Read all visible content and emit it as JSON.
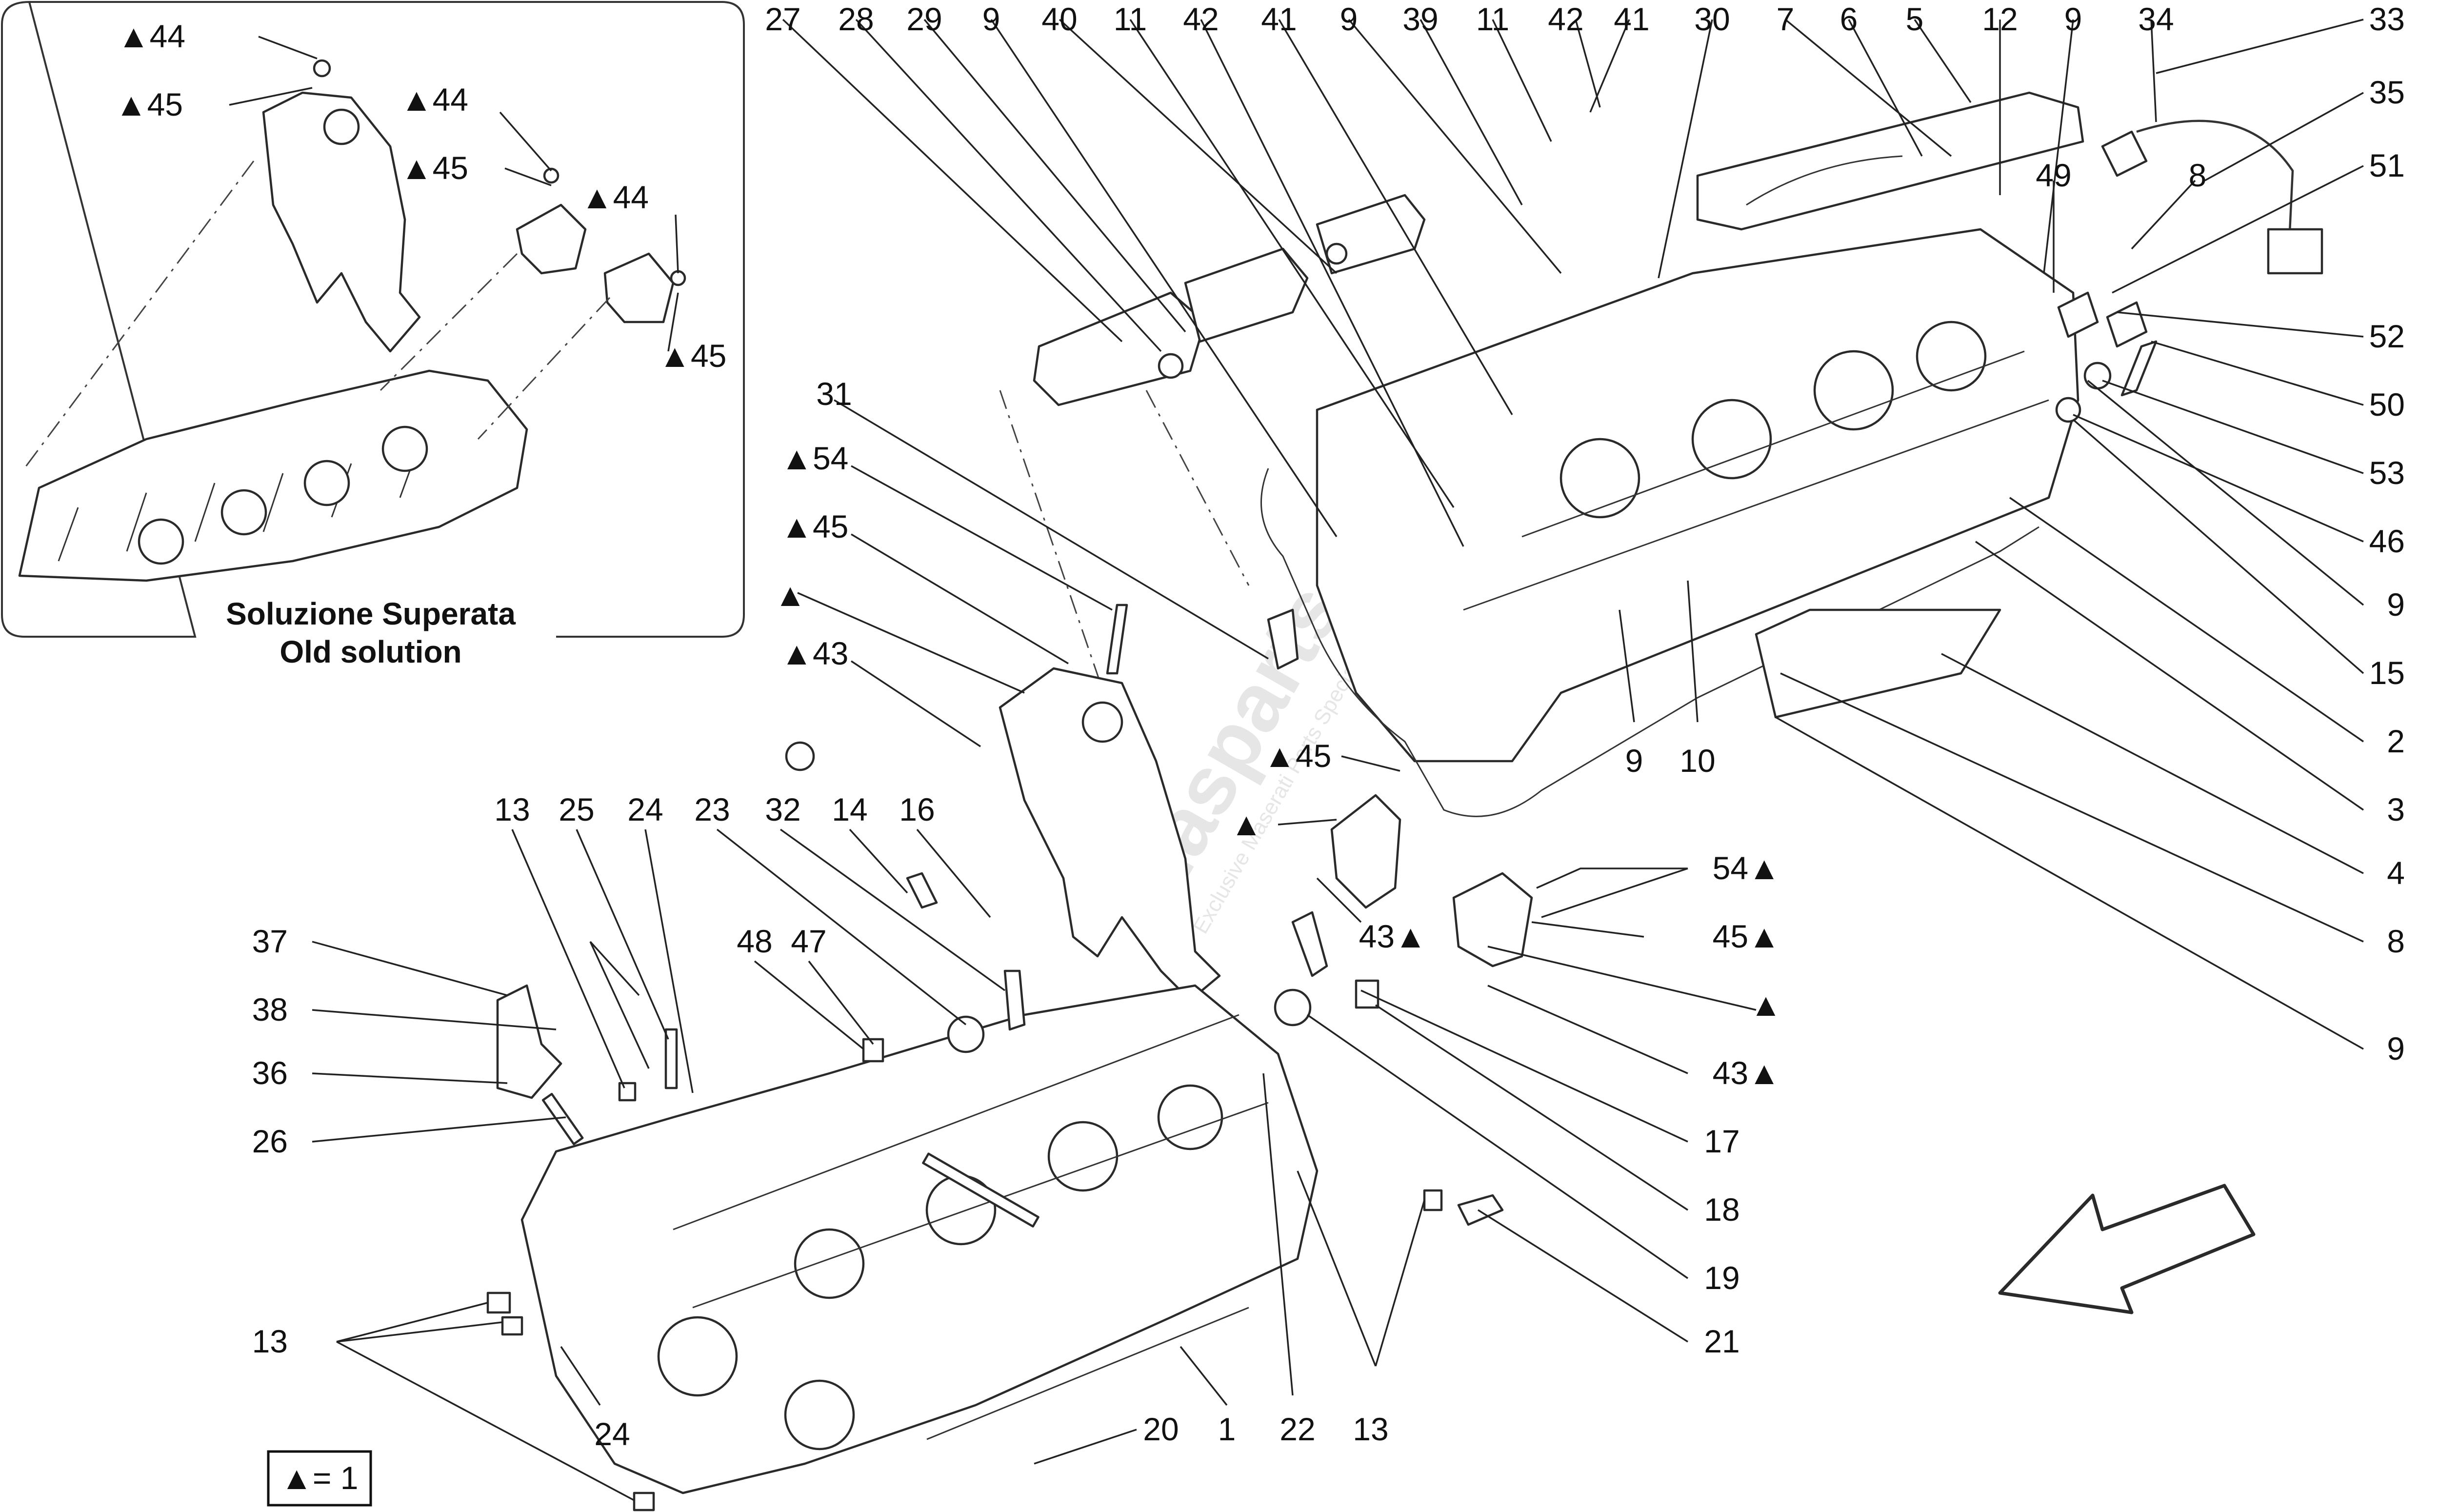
{
  "inset": {
    "title_it": "Soluzione Superata",
    "title_en": "Old solution"
  },
  "legend": {
    "text": "▲= 1"
  },
  "watermark": {
    "brand": "Masparts",
    "tagline": "Exclusive Maserati Parts Specialist"
  },
  "colors": {
    "line": "#222222",
    "watermark": "#e6e6e6",
    "logo_accent": "#f2c4c4"
  },
  "icons": {
    "direction_arrow": "view-direction-arrow-icon",
    "logo": "masparts-logo-icon"
  },
  "callouts": [
    {
      "id": "c27",
      "label": "27"
    },
    {
      "id": "c28",
      "label": "28"
    },
    {
      "id": "c29",
      "label": "29"
    },
    {
      "id": "c9a",
      "label": "9"
    },
    {
      "id": "c40",
      "label": "40"
    },
    {
      "id": "c11a",
      "label": "11"
    },
    {
      "id": "c42a",
      "label": "42"
    },
    {
      "id": "c41a",
      "label": "41"
    },
    {
      "id": "c9b",
      "label": "9"
    },
    {
      "id": "c39",
      "label": "39"
    },
    {
      "id": "c11b",
      "label": "11"
    },
    {
      "id": "c42b",
      "label": "42"
    },
    {
      "id": "c41b",
      "label": "41"
    },
    {
      "id": "c30",
      "label": "30"
    },
    {
      "id": "c7",
      "label": "7"
    },
    {
      "id": "c6",
      "label": "6"
    },
    {
      "id": "c5",
      "label": "5"
    },
    {
      "id": "c12",
      "label": "12"
    },
    {
      "id": "c9c",
      "label": "9"
    },
    {
      "id": "c34",
      "label": "34"
    },
    {
      "id": "c33",
      "label": "33"
    },
    {
      "id": "c35",
      "label": "35"
    },
    {
      "id": "c51",
      "label": "51"
    },
    {
      "id": "c49",
      "label": "49"
    },
    {
      "id": "c8a",
      "label": "8"
    },
    {
      "id": "c52",
      "label": "52"
    },
    {
      "id": "c50",
      "label": "50"
    },
    {
      "id": "c53",
      "label": "53"
    },
    {
      "id": "c46",
      "label": "46"
    },
    {
      "id": "c9d",
      "label": "9"
    },
    {
      "id": "c15",
      "label": "15"
    },
    {
      "id": "c2",
      "label": "2"
    },
    {
      "id": "c3",
      "label": "3"
    },
    {
      "id": "c4",
      "label": "4"
    },
    {
      "id": "c8b",
      "label": "8"
    },
    {
      "id": "c9e",
      "label": "9"
    },
    {
      "id": "c31",
      "label": "31"
    },
    {
      "id": "c54a",
      "label": "▲54"
    },
    {
      "id": "c45a",
      "label": "▲45"
    },
    {
      "id": "ctri1",
      "label": "▲"
    },
    {
      "id": "c43a",
      "label": "▲43"
    },
    {
      "id": "c9f",
      "label": "9"
    },
    {
      "id": "c10",
      "label": "10"
    },
    {
      "id": "c45b",
      "label": "▲45"
    },
    {
      "id": "ctri2",
      "label": "▲"
    },
    {
      "id": "c43b",
      "label": "43▲"
    },
    {
      "id": "c54b",
      "label": "54▲"
    },
    {
      "id": "c45c",
      "label": "45▲"
    },
    {
      "id": "ctri3",
      "label": "▲"
    },
    {
      "id": "c43c",
      "label": "43▲"
    },
    {
      "id": "c17",
      "label": "17"
    },
    {
      "id": "c18",
      "label": "18"
    },
    {
      "id": "c19",
      "label": "19"
    },
    {
      "id": "c21",
      "label": "21"
    },
    {
      "id": "c13a",
      "label": "13"
    },
    {
      "id": "c25",
      "label": "25"
    },
    {
      "id": "c24a",
      "label": "24"
    },
    {
      "id": "c23",
      "label": "23"
    },
    {
      "id": "c32",
      "label": "32"
    },
    {
      "id": "c14",
      "label": "14"
    },
    {
      "id": "c16",
      "label": "16"
    },
    {
      "id": "c48",
      "label": "48"
    },
    {
      "id": "c47",
      "label": "47"
    },
    {
      "id": "c37",
      "label": "37"
    },
    {
      "id": "c38",
      "label": "38"
    },
    {
      "id": "c36",
      "label": "36"
    },
    {
      "id": "c26",
      "label": "26"
    },
    {
      "id": "c13b",
      "label": "13"
    },
    {
      "id": "c24b",
      "label": "24"
    },
    {
      "id": "c20",
      "label": "20"
    },
    {
      "id": "c1",
      "label": "1"
    },
    {
      "id": "c22",
      "label": "22"
    },
    {
      "id": "c13c",
      "label": "13"
    },
    {
      "id": "i44a",
      "label": "▲44"
    },
    {
      "id": "i45a",
      "label": "▲45"
    },
    {
      "id": "i44b",
      "label": "▲44"
    },
    {
      "id": "i45b",
      "label": "▲45"
    },
    {
      "id": "i44c",
      "label": "▲44"
    },
    {
      "id": "i45c",
      "label": "▲45"
    }
  ]
}
